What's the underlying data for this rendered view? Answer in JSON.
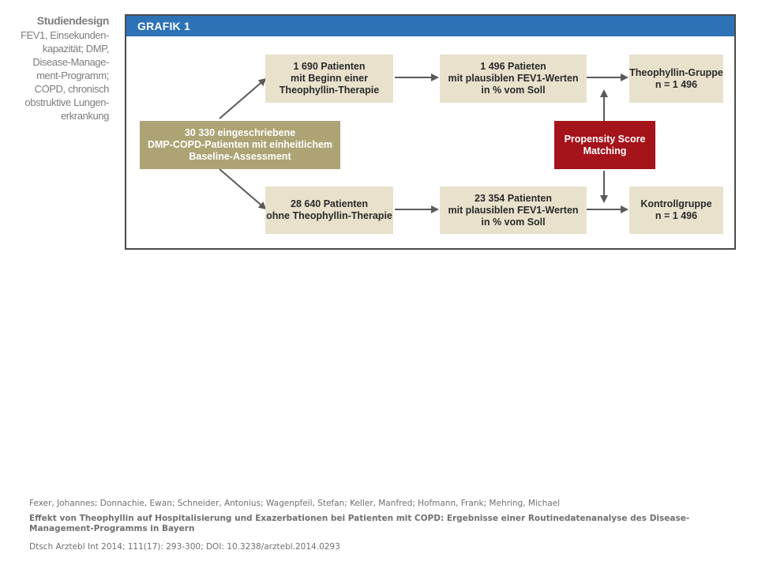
{
  "sidebar": {
    "title": "Studiendesign",
    "lines": [
      "FEV1, Einsekunden-",
      "kapazität; DMP,",
      "Disease-Manage-",
      "ment-Programm;",
      "COPD, chronisch",
      "obstruktive Lungen-",
      "erkrankung"
    ]
  },
  "figure": {
    "header": "GRAFIK 1",
    "boxes": {
      "start": [
        "30 330 eingeschriebene",
        "DMP-COPD-Patienten mit einheitlichem",
        "Baseline-Assessment"
      ],
      "top_cohort": [
        "1 690 Patienten",
        "mit Beginn einer",
        "Theophyllin-Therapie"
      ],
      "top_fev": [
        "1 496 Patieten",
        "mit plausiblen FEV1-Werten",
        "in % vom Soll"
      ],
      "theo_group": [
        "Theophyllin-Gruppe",
        "n = 1 496"
      ],
      "psm": [
        "Propensity Score",
        "Matching"
      ],
      "bottom_cohort": [
        "28 640 Patienten",
        "ohne Theophyllin-Therapie"
      ],
      "bottom_fev": [
        "23 354 Patienten",
        "mit plausiblen FEV1-Werten",
        "in % vom Soll"
      ],
      "control_group": [
        "Kontrollgruppe",
        "n = 1 496"
      ]
    },
    "colors": {
      "header": "#2d72b6",
      "box": "#e8e1cc",
      "start_box": "#ada374",
      "psm_box": "#a5131b"
    }
  },
  "citation": {
    "authors": "Fexer, Johannes; Donnachie, Ewan; Schneider, Antonius; Wagenpfeil, Stefan; Keller, Manfred; Hofmann, Frank; Mehring, Michael",
    "title": "Effekt von Theophyllin auf Hospitalisierung und Exazerbationen bei Patienten mit COPD: Ergebnisse einer Routinedatenanalyse des Disease-Management-Programms in Bayern",
    "journal": "Dtsch Arztebl Int 2014; 111(17): 293-300; DOI: 10.3238/arztebl.2014.0293"
  }
}
